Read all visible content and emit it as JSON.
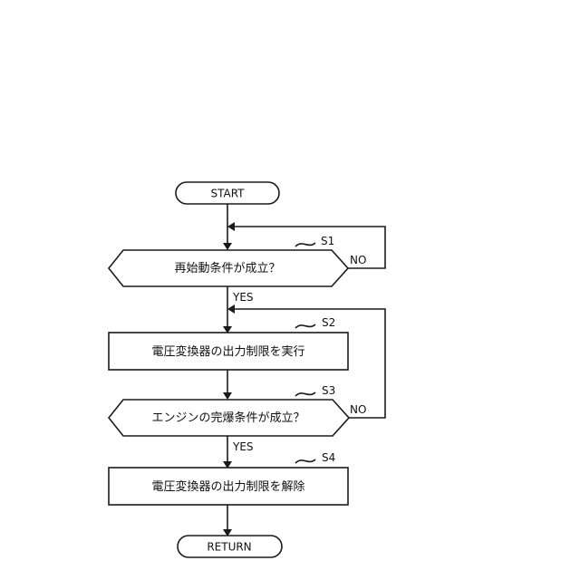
{
  "terminals": {
    "start": "START",
    "end": "RETURN"
  },
  "steps": {
    "s1": {
      "id": "S1",
      "text": "再始動条件が成立？"
    },
    "s2": {
      "id": "S2",
      "text": "電圧変換器の出力制限を実行"
    },
    "s3": {
      "id": "S3",
      "text": "エンジンの完爆条件が成立？"
    },
    "s4": {
      "id": "S4",
      "text": "電圧変換器の出力制限を解除"
    }
  },
  "branches": {
    "s1_yes": "YES",
    "s1_no": "NO",
    "s3_yes": "YES",
    "s3_no": "NO"
  }
}
